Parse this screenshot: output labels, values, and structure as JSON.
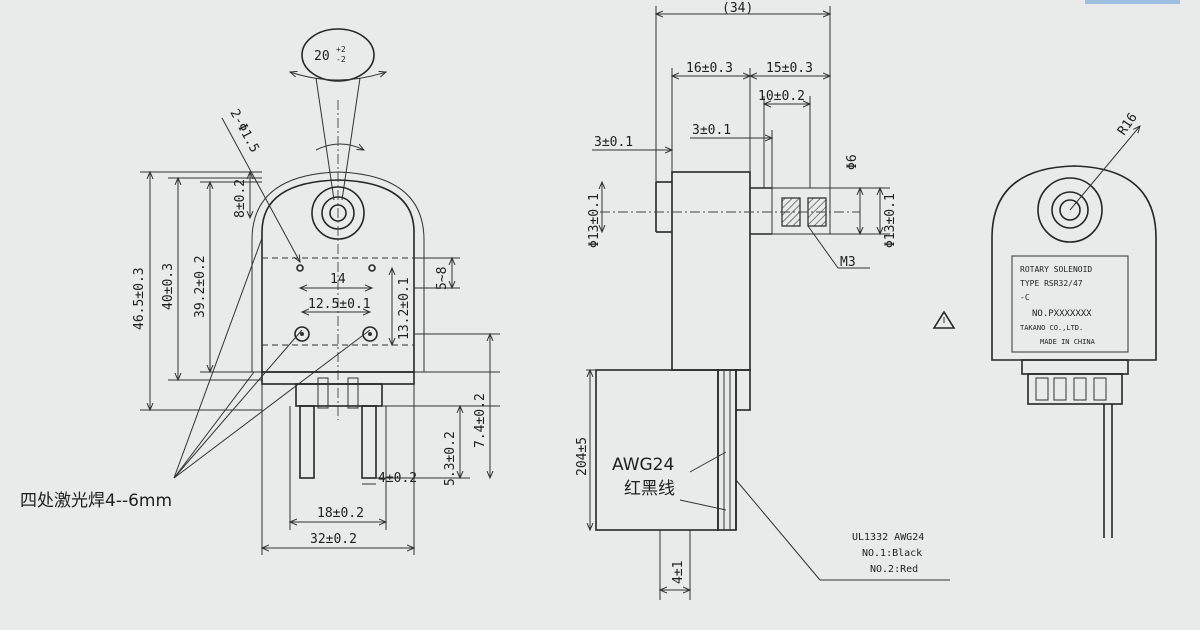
{
  "front_view": {
    "rotation_angle": "20",
    "rotation_tolerance_upper": "+2",
    "rotation_tolerance_lower": "-2",
    "hole_spec": "2-Φ1.5",
    "dims": {
      "d8": "8±0.2",
      "d46": "46.5±0.3",
      "d40": "40±0.3",
      "d39": "39.2±0.2",
      "d14": "14",
      "d12": "12.5±0.1",
      "d13": "13.2±0.1",
      "d58": "5~8",
      "d74": "7.4±0.2",
      "d53": "5.3±0.2",
      "d4": "4±0.2",
      "d18": "18±0.2",
      "d32": "32±0.2"
    },
    "weld_note": "四处激光焊4--6mm"
  },
  "side_view": {
    "dims": {
      "d34": "(34)",
      "d16": "16±0.3",
      "d15": "15±0.3",
      "d10": "10±0.2",
      "d3a": "3±0.1",
      "d3b": "3±0.1",
      "shaft_dia": "Φ6",
      "dia13a": "Φ13±0.1",
      "dia13b": "Φ13±0.1",
      "thread": "M3",
      "d204": "204±5",
      "d4s": "4±1"
    },
    "wire_gauge": "AWG24",
    "wire_color_note": "红黑线",
    "wire_spec": {
      "line1": "UL1332 AWG24",
      "line2": "NO.1:Black",
      "line3": "NO.2:Red"
    }
  },
  "back_view": {
    "radius": "R16",
    "label": {
      "line1": "ROTARY SOLENOID",
      "line2": "TYPE RSR32/47",
      "line3": "-C",
      "line4": "NO.PXXXXXXX",
      "line5": "TAKANO CO.,LTD.",
      "line6": "MADE IN CHINA"
    }
  }
}
